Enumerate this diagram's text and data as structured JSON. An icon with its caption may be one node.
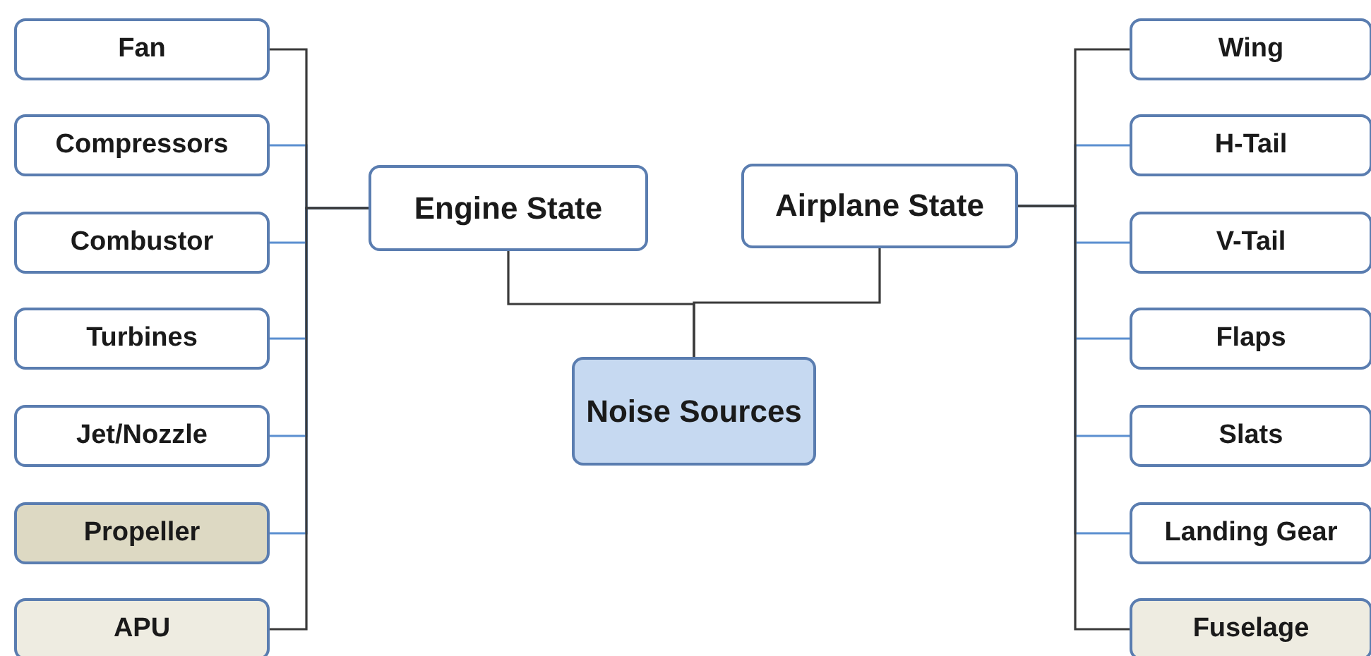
{
  "diagram": {
    "nodes": [
      {
        "text": [
          "Fan"
        ]
      },
      {
        "text": [
          "Compressors"
        ]
      },
      {
        "text": [
          "Combustor"
        ]
      },
      {
        "text": [
          "Turbines"
        ]
      },
      {
        "text": [
          "Jet/Nozzle"
        ]
      },
      {
        "text": [
          "Propeller"
        ]
      },
      {
        "text": [
          "APU"
        ]
      },
      {
        "text": [
          "Engine State"
        ]
      },
      {
        "text": [
          "Airplane State"
        ]
      },
      {
        "text": [
          "Noise Sources"
        ]
      },
      {
        "text": [
          "Wing"
        ]
      },
      {
        "text": [
          "H-Tail"
        ]
      },
      {
        "text": [
          "V-Tail"
        ]
      },
      {
        "text": [
          "Flaps"
        ]
      },
      {
        "text": [
          "Slats"
        ]
      },
      {
        "text": [
          "Landing Gear"
        ]
      },
      {
        "text": [
          "Fuselage"
        ]
      }
    ],
    "edges": [
      {
        "from": 9,
        "to": 7,
        "arrow": "none",
        "color": "#3a3a3a"
      },
      {
        "from": 9,
        "to": 8,
        "arrow": "none",
        "color": "#3a3a3a"
      },
      {
        "from": 7,
        "to": 0,
        "arrow": "none",
        "color": "#3a3a3a"
      },
      {
        "from": 7,
        "to": 1,
        "arrow": "none"
      },
      {
        "from": 7,
        "to": 2,
        "arrow": "none"
      },
      {
        "from": 7,
        "to": 3,
        "arrow": "none"
      },
      {
        "from": 7,
        "to": 4,
        "arrow": "none"
      },
      {
        "from": 7,
        "to": 5,
        "arrow": "none"
      },
      {
        "from": 7,
        "to": 6,
        "arrow": "none",
        "color": "#3a3a3a"
      },
      {
        "from": 8,
        "to": 10,
        "arrow": "none",
        "color": "#3a3a3a"
      },
      {
        "from": 8,
        "to": 11,
        "arrow": "none"
      },
      {
        "from": 8,
        "to": 12,
        "arrow": "none"
      },
      {
        "from": 8,
        "to": 13,
        "arrow": "none"
      },
      {
        "from": 8,
        "to": 14,
        "arrow": "none"
      },
      {
        "from": 8,
        "to": 15,
        "arrow": "none"
      },
      {
        "from": 8,
        "to": 16,
        "arrow": "none",
        "color": "#3a3a3a"
      }
    ]
  }
}
